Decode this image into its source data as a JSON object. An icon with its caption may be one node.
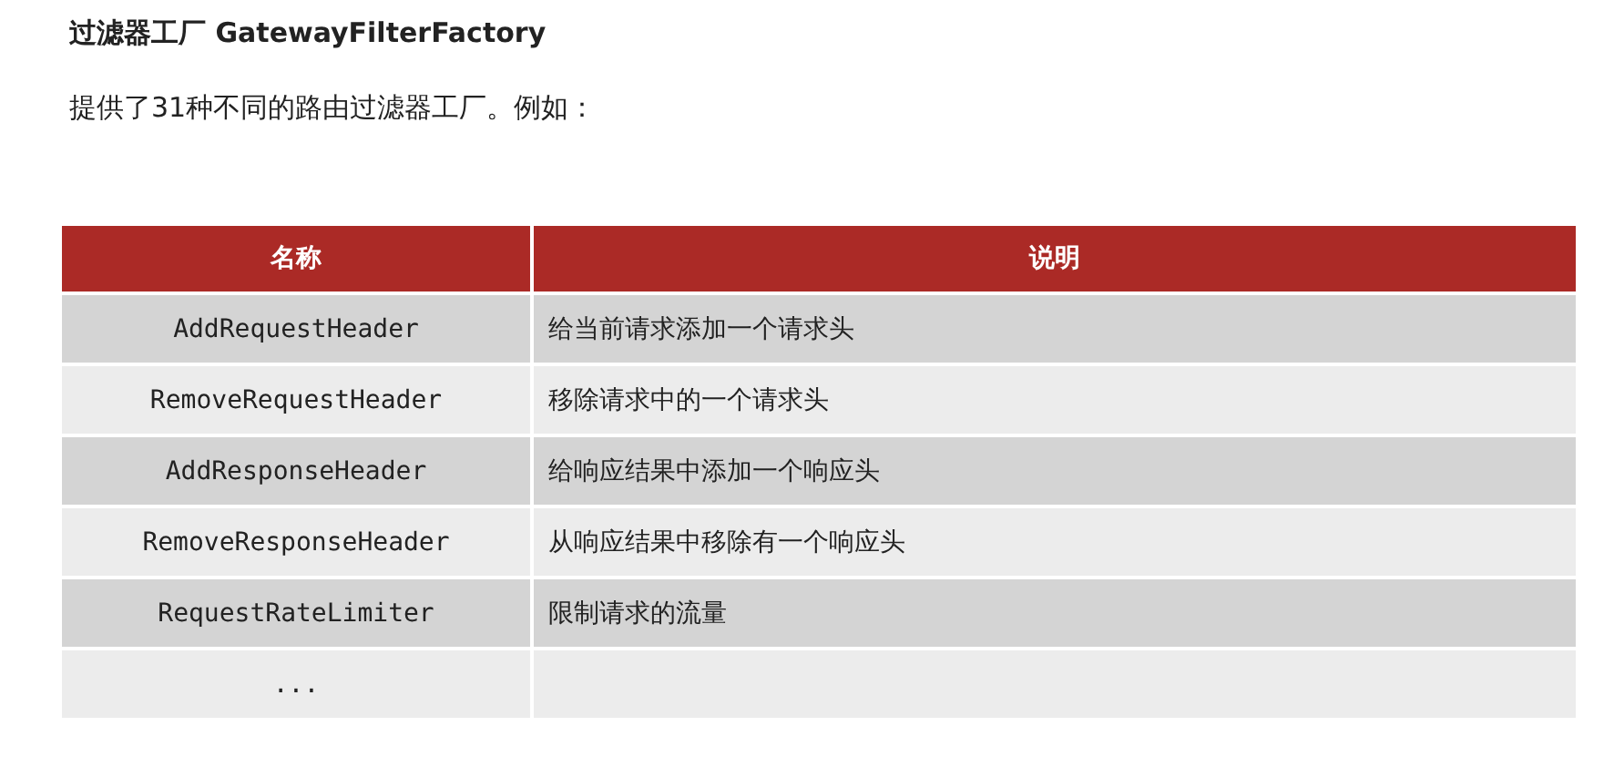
{
  "diagram": {
    "title": "过滤器工厂 GatewayFilterFactory",
    "labels": [
      "提供了31种不同的路由过滤器工厂。例如：",
      "名称",
      "说明",
      "AddRequestHeader",
      "给当前请求添加一个请求头",
      "RemoveRequestHeader",
      "移除请求中的一个请求头",
      "AddResponseHeader",
      "给响应结果中添加一个响应头",
      "RemoveResponseHeader",
      "从响应结果中移除有一个响应头",
      "RequestRateLimiter",
      "限制请求的流量",
      "..."
    ]
  }
}
